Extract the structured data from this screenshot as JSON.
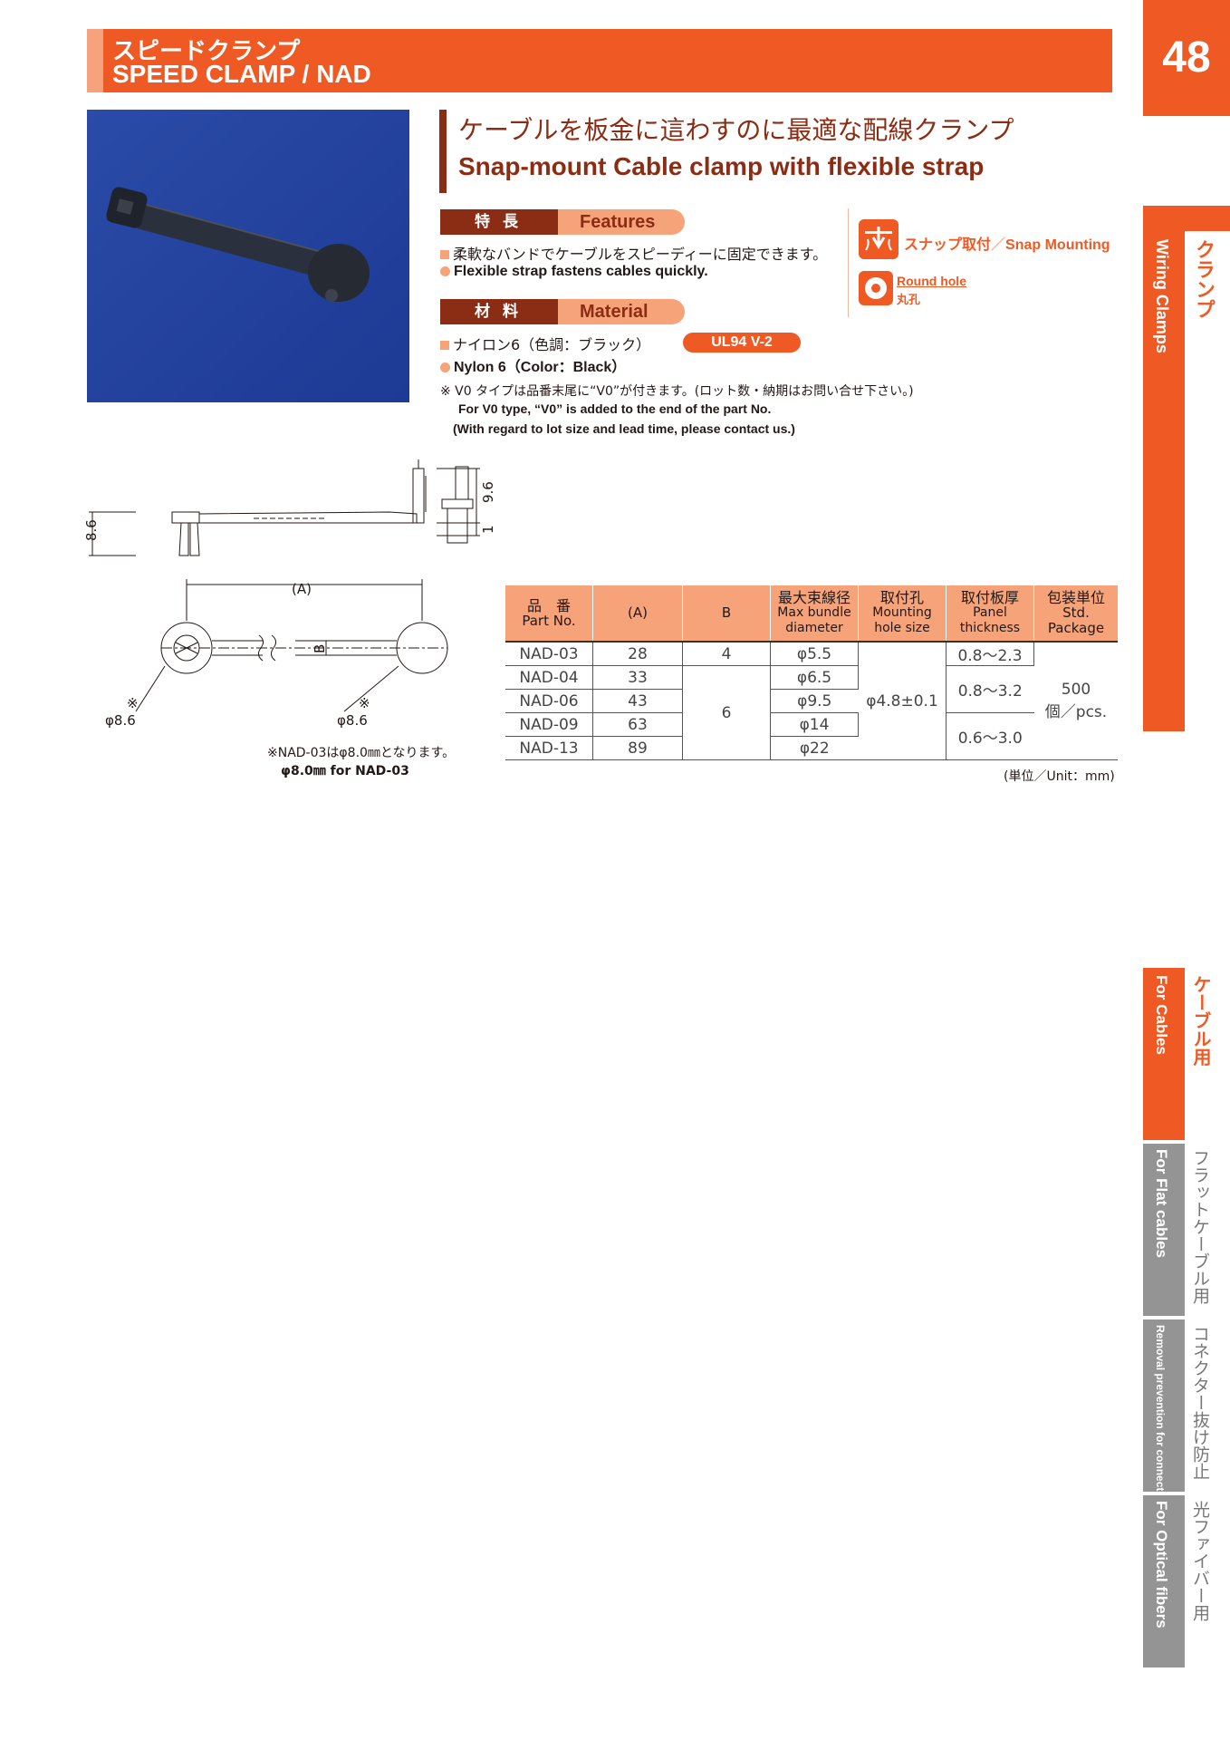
{
  "header": {
    "title_jp": "スピードクランプ",
    "title_en": "SPEED CLAMP / NAD"
  },
  "page_number": "48",
  "heading": {
    "jp": "ケーブルを板金に這わすのに最適な配線クランプ",
    "en": "Snap-mount Cable clamp with flexible strap"
  },
  "features": {
    "label_jp": "特長",
    "label_en": "Features",
    "text_jp": "柔軟なバンドでケーブルをスピーディーに固定できます。",
    "text_en": "Flexible strap fastens cables quickly."
  },
  "material": {
    "label_jp": "材料",
    "label_en": "Material",
    "text_jp": "ナイロン6（色調：ブラック）",
    "text_en": "Nylon 6（Color：Black）",
    "badge": "UL94 V-2"
  },
  "notes": {
    "jp": "※ V0 タイプは品番末尾に“V0”が付きます。(ロット数・納期はお問い合せ下さい。)",
    "en1": "For V0 type, “V0” is added to the end of the part No.",
    "en2": "(With regard to lot size and lead time, please contact us.)"
  },
  "mounting_icons": {
    "snap_jp": "スナップ取付",
    "snap_en": "Snap Mounting",
    "round_en": "Round hole",
    "round_jp": "丸孔",
    "snap_icon": "snap-mount-icon",
    "round_icon": "round-hole-icon"
  },
  "drawing": {
    "dim_a": "(A)",
    "dim_b": "B",
    "dim_86_side": "8.6",
    "dim_96": "9.6",
    "dim_1": "1",
    "phi_left": "φ8.6",
    "phi_right": "φ8.6",
    "mark": "※",
    "note_jp": "※NAD-03はφ8.0㎜となります。",
    "note_en": "φ8.0㎜ for NAD-03"
  },
  "table": {
    "headers": [
      {
        "jp": "品　番",
        "en": "Part No."
      },
      {
        "jp": "",
        "en": "(A)"
      },
      {
        "jp": "",
        "en": "B"
      },
      {
        "jp": "最大束線径",
        "en": "Max bundle diameter"
      },
      {
        "jp": "取付孔",
        "en": "Mounting hole size"
      },
      {
        "jp": "取付板厚",
        "en": "Panel thickness"
      },
      {
        "jp": "包装単位",
        "en": "Std. Package"
      }
    ],
    "rows": [
      [
        "NAD-03",
        "28",
        "4",
        "φ5.5",
        "0.8〜2.3"
      ],
      [
        "NAD-04",
        "33",
        "6",
        "φ6.5",
        "0.8〜3.2"
      ],
      [
        "NAD-06",
        "43",
        "",
        "φ9.5",
        ""
      ],
      [
        "NAD-09",
        "63",
        "",
        "φ14",
        "0.6〜3.0"
      ],
      [
        "NAD-13",
        "89",
        "",
        "φ22",
        ""
      ]
    ],
    "mounting_hole": "φ4.8±0.1",
    "package_qty": "500",
    "package_unit": "個／pcs.",
    "unit_note": "(単位／Unit：mm)"
  },
  "sidebar": {
    "clamps_jp": "クランプ",
    "clamps_en": "Wiring Clamps",
    "cables_jp": "ケーブル用",
    "cables_en": "For Cables",
    "flat_jp": "フラットケーブル用",
    "flat_en": "For Flat cables",
    "connector_jp": "コネクター抜け防止",
    "connector_en": "Removal prevention for connectors",
    "optical_jp": "光ファイバー用",
    "optical_en": "For Optical fibers"
  },
  "colors": {
    "accent": "#ef5a24",
    "dark": "#8b2d14",
    "light": "#f6a37a",
    "grey_tab": "#949494"
  }
}
